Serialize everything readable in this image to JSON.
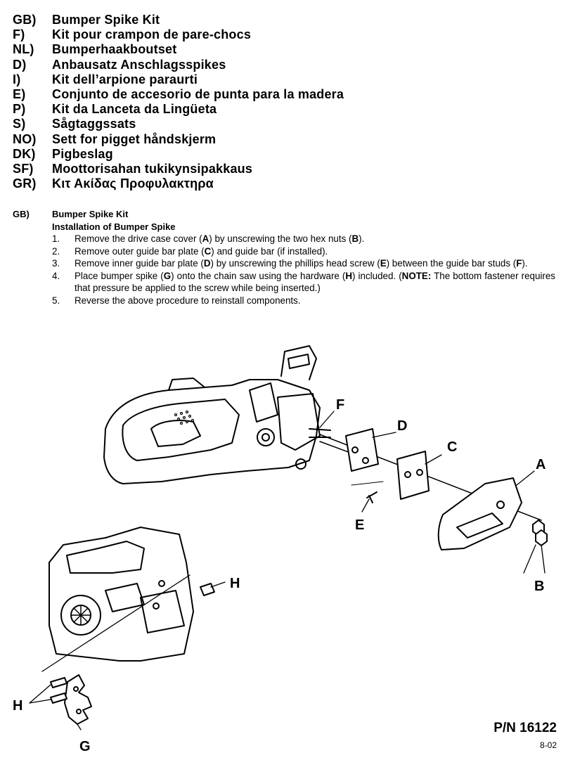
{
  "titles": [
    {
      "code": "GB)",
      "name": "Bumper Spike Kit"
    },
    {
      "code": "F)",
      "name": "Kit pour crampon de pare-chocs"
    },
    {
      "code": "NL)",
      "name": "Bumperhaakboutset"
    },
    {
      "code": "D)",
      "name": "Anbausatz Anschlagsspikes"
    },
    {
      "code": "I)",
      "name": "Kit dell’arpione paraurti"
    },
    {
      "code": "E)",
      "name": "Conjunto de accesorio de punta para la madera"
    },
    {
      "code": "P)",
      "name": "Kit da Lanceta da Lingüeta"
    },
    {
      "code": "S)",
      "name": "Sågtaggssats"
    },
    {
      "code": "NO)",
      "name": "Sett for pigget håndskjerm"
    },
    {
      "code": "DK)",
      "name": "Pigbeslag"
    },
    {
      "code": "SF)",
      "name": "Moottorisahan tukikynsipakkaus"
    },
    {
      "code": "GR)",
      "name": "Κιτ Ακίδας Προφυλακτηρα"
    }
  ],
  "section": {
    "code": "GB)",
    "heading": "Bumper Spike Kit",
    "subheading": "Installation of Bumper Spike",
    "steps": [
      {
        "num": "1.",
        "parts": [
          "Remove the drive case cover (",
          "A",
          ") by unscrewing the two hex nuts (",
          "B",
          ")."
        ]
      },
      {
        "num": "2.",
        "parts": [
          "Remove outer guide bar plate (",
          "C",
          ") and guide bar (if installed)."
        ]
      },
      {
        "num": "3.",
        "parts": [
          "Remove inner guide bar plate (",
          "D",
          ") by unscrewing the phillips head screw (",
          "E",
          ") between the guide bar studs (",
          "F",
          ")."
        ]
      },
      {
        "num": "4.",
        "parts": [
          "Place bumper spike (",
          "G",
          ") onto the chain saw using the hardware (",
          "H",
          ") included. (",
          "NOTE:",
          " The bottom fastener requires that pressure be applied to the screw while being inserted.)"
        ]
      },
      {
        "num": "5.",
        "parts": [
          "Reverse the above procedure to reinstall components."
        ]
      }
    ]
  },
  "callouts": {
    "A": "A",
    "B": "B",
    "C": "C",
    "D": "D",
    "E": "E",
    "F": "F",
    "G": "G",
    "H1": "H",
    "H2": "H"
  },
  "part_number": "P/N 16122",
  "date_code": "8-02"
}
